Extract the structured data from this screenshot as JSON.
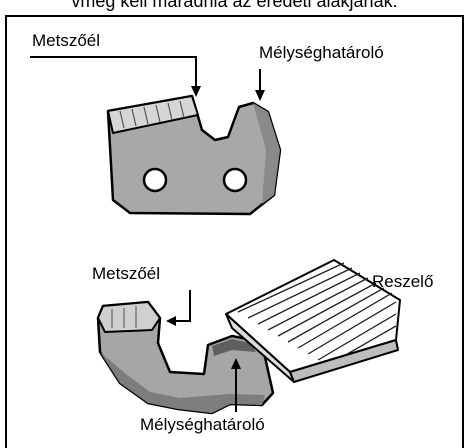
{
  "caption": "vmeg kell maradnia az eredeti alakjának.",
  "labels": {
    "top_cutting_edge": "Metszőél",
    "top_depth_gauge": "Mélységhatároló",
    "bottom_cutting_edge": "Metszőél",
    "file": "Reszelő",
    "bottom_depth_gauge": "Mélységhatároló"
  },
  "colors": {
    "cutter_gray": "#a6a6a6",
    "cutter_light": "#c8c8c8",
    "cutter_dark": "#7d7d7d",
    "outline": "#000000"
  }
}
